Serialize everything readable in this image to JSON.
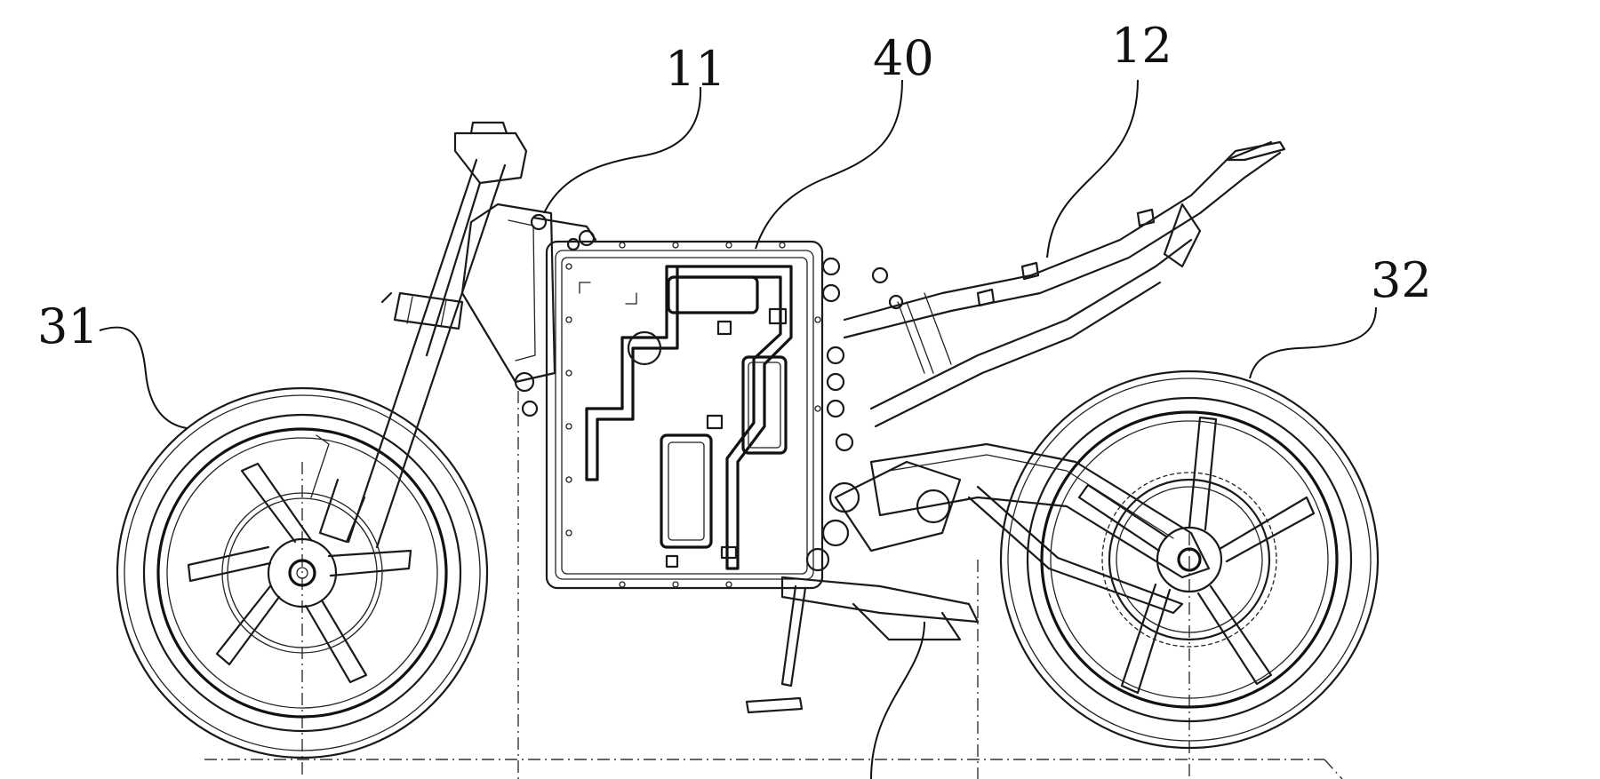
{
  "figure": {
    "reference_numerals": [
      {
        "id": "front-wheel",
        "text": "31"
      },
      {
        "id": "front-frame",
        "text": "11"
      },
      {
        "id": "battery-pack",
        "text": "40"
      },
      {
        "id": "rear-frame",
        "text": "12"
      },
      {
        "id": "rear-wheel",
        "text": "32"
      }
    ]
  }
}
